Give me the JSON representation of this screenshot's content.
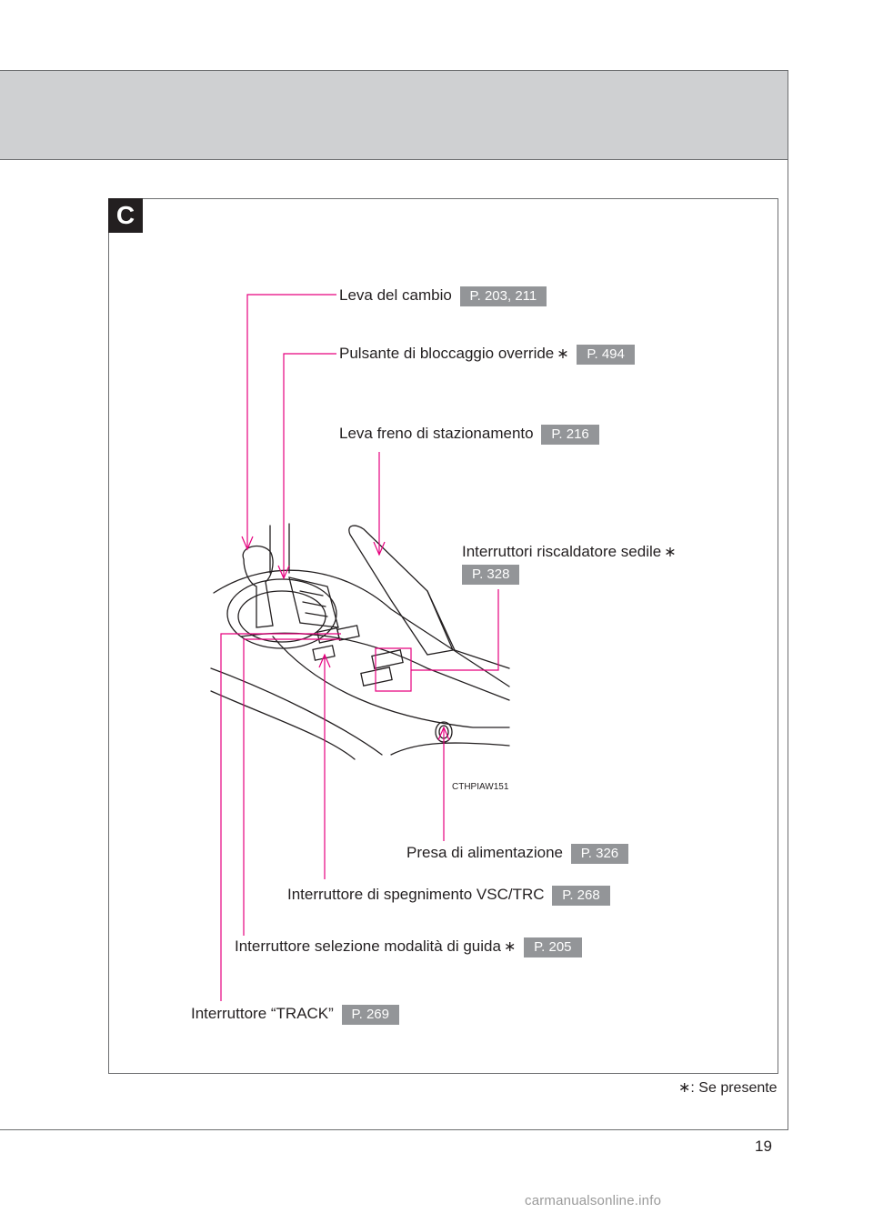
{
  "section": {
    "badge": "C"
  },
  "callouts": {
    "shift_lever": {
      "label": "Leva del cambio",
      "ref": "P. 203, 211"
    },
    "override_button": {
      "label": "Pulsante di bloccaggio override",
      "star": "∗",
      "ref": "P. 494"
    },
    "parking_brake": {
      "label": "Leva freno di stazionamento",
      "ref": "P. 216"
    },
    "seat_heater": {
      "label": "Interruttori riscaldatore sedile",
      "star": "∗",
      "ref": "P. 328"
    },
    "power_outlet": {
      "label": "Presa di alimentazione",
      "ref": "P. 326"
    },
    "vsc_trc": {
      "label": "Interruttore di spegnimento VSC/TRC",
      "ref": "P. 268"
    },
    "drive_mode": {
      "label": "Interruttore selezione modalità di guida",
      "star": "∗",
      "ref": "P. 205"
    },
    "track": {
      "label": "Interruttore “TRACK”",
      "ref": "P. 269"
    }
  },
  "illustration_code": "CTHPIAW151",
  "footnote": {
    "star": "∗",
    "text": ": Se presente"
  },
  "page_number": "19",
  "watermark": "carmanualsonline.info",
  "colors": {
    "leader": "#e6007e",
    "tag_bg": "#939598",
    "header_band": "#cfd0d2",
    "badge_bg": "#231f20"
  }
}
